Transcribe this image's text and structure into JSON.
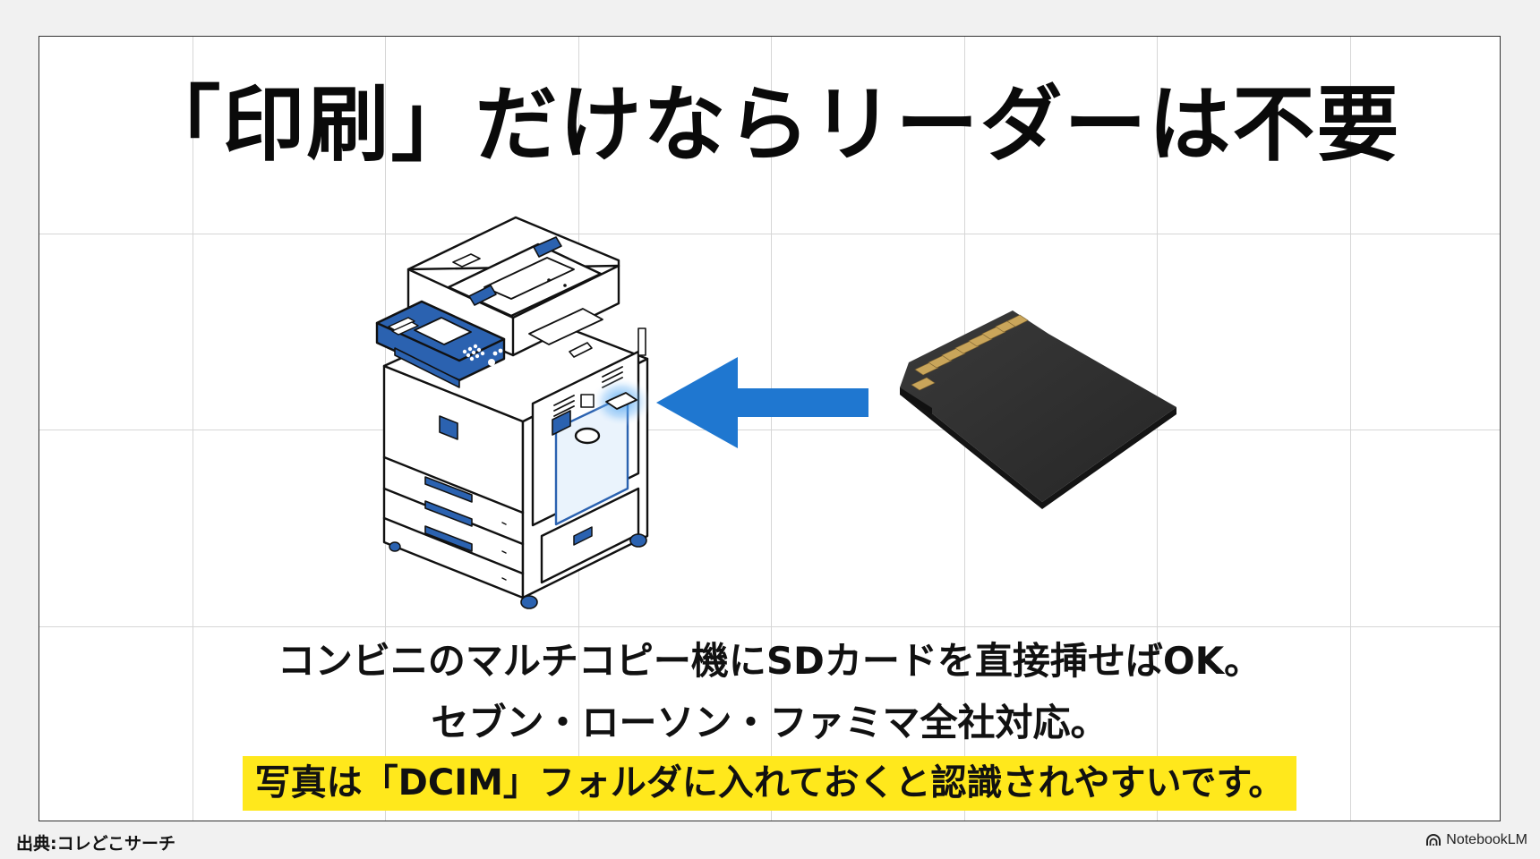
{
  "slide": {
    "title": "「印刷」だけならリーダーは不要",
    "body_lines": [
      "コンビニのマルチコピー機にSDカードを直接挿せばOK。",
      "セブン・ローソン・ファミマ全社対応。"
    ],
    "highlight_text": "写真は「DCIM」フォルダに入れておくと認識されやすいです。",
    "illustration": {
      "left_object": "multifunction-copier",
      "arrow_direction": "left",
      "right_object": "sd-card"
    }
  },
  "footer": {
    "source": "出典:コレどこサーチ",
    "brand": "NotebookLM",
    "brand_icon": "notebooklm-logo-icon"
  },
  "colors": {
    "accent_blue": "#1f77d0",
    "copier_blue": "#2b62b0",
    "highlight_yellow": "#ffe81c",
    "sd_card_body": "#2e2e2e",
    "sd_card_contacts": "#c9a55a",
    "grid_line": "#d6d6d6",
    "background": "#f1f1f1"
  }
}
